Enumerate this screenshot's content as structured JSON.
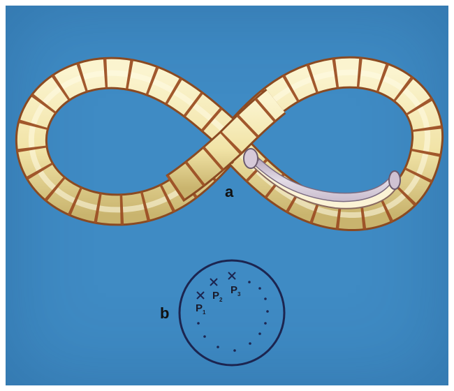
{
  "colors": {
    "background": "#3f8bc4",
    "tube": "#f4e8b2",
    "tube_shadow": "#c8b874",
    "bands": "#a0522d",
    "interior": "#d9d0dd",
    "circle": "#1c2550",
    "marks": "#1c2550"
  },
  "figure_a": {
    "label": "a"
  },
  "figure_b": {
    "label": "b",
    "points": [
      {
        "name": "P",
        "subscript": "1"
      },
      {
        "name": "P",
        "subscript": "2"
      },
      {
        "name": "P",
        "subscript": "3"
      }
    ]
  }
}
